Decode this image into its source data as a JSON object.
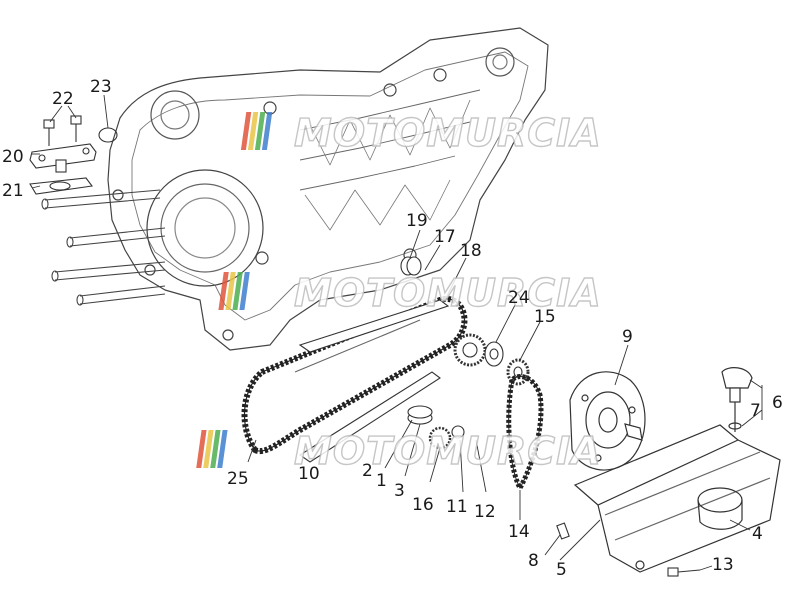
{
  "watermark": {
    "text": "MOTOMURCIA",
    "stripe_colors": [
      "#e0553a",
      "#e8c547",
      "#4caf50",
      "#3f7fd0"
    ],
    "text_fill": "#ffffff",
    "text_stroke": "#bdbdbd"
  },
  "callouts": [
    {
      "id": "1",
      "label": "1"
    },
    {
      "id": "2",
      "label": "2"
    },
    {
      "id": "3",
      "label": "3"
    },
    {
      "id": "4",
      "label": "4"
    },
    {
      "id": "5",
      "label": "5"
    },
    {
      "id": "6",
      "label": "6"
    },
    {
      "id": "7",
      "label": "7"
    },
    {
      "id": "8",
      "label": "8"
    },
    {
      "id": "9",
      "label": "9"
    },
    {
      "id": "10",
      "label": "10"
    },
    {
      "id": "11",
      "label": "11"
    },
    {
      "id": "12",
      "label": "12"
    },
    {
      "id": "13",
      "label": "13"
    },
    {
      "id": "14",
      "label": "14"
    },
    {
      "id": "15",
      "label": "15"
    },
    {
      "id": "16",
      "label": "16"
    },
    {
      "id": "17",
      "label": "17"
    },
    {
      "id": "18",
      "label": "18"
    },
    {
      "id": "19",
      "label": "19"
    },
    {
      "id": "20",
      "label": "20"
    },
    {
      "id": "21",
      "label": "21"
    },
    {
      "id": "22",
      "label": "22"
    },
    {
      "id": "23",
      "label": "23"
    },
    {
      "id": "24",
      "label": "24"
    },
    {
      "id": "25",
      "label": "25"
    }
  ]
}
